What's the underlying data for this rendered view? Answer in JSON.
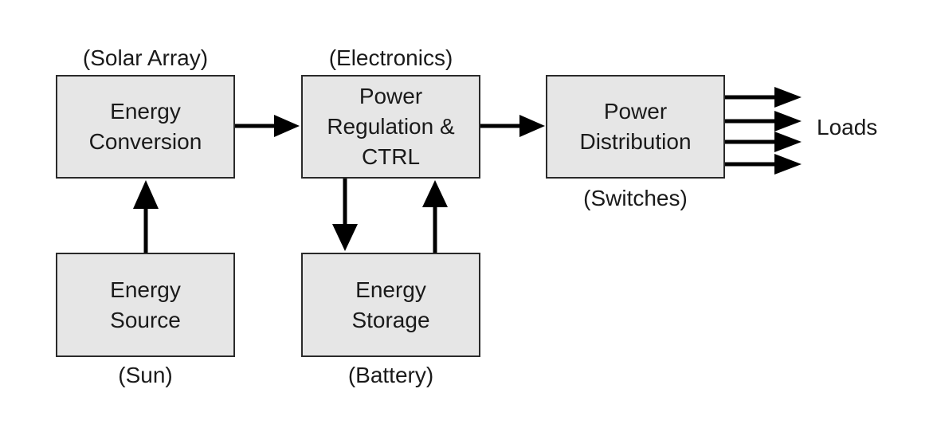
{
  "blocks": {
    "conversion": {
      "lines": [
        "Energy",
        "Conversion"
      ],
      "caption": "(Solar Array)"
    },
    "regulation": {
      "lines": [
        "Power",
        "Regulation &",
        "CTRL"
      ],
      "caption": "(Electronics)"
    },
    "distribution": {
      "lines": [
        "Power",
        "Distribution"
      ],
      "caption": "(Switches)"
    },
    "source": {
      "lines": [
        "Energy",
        "Source"
      ],
      "caption": "(Sun)"
    },
    "storage": {
      "lines": [
        "Energy",
        "Storage"
      ],
      "caption": "(Battery)"
    }
  },
  "loads_label": "Loads",
  "colors": {
    "box_fill": "#e6e6e6",
    "line": "#000000"
  }
}
